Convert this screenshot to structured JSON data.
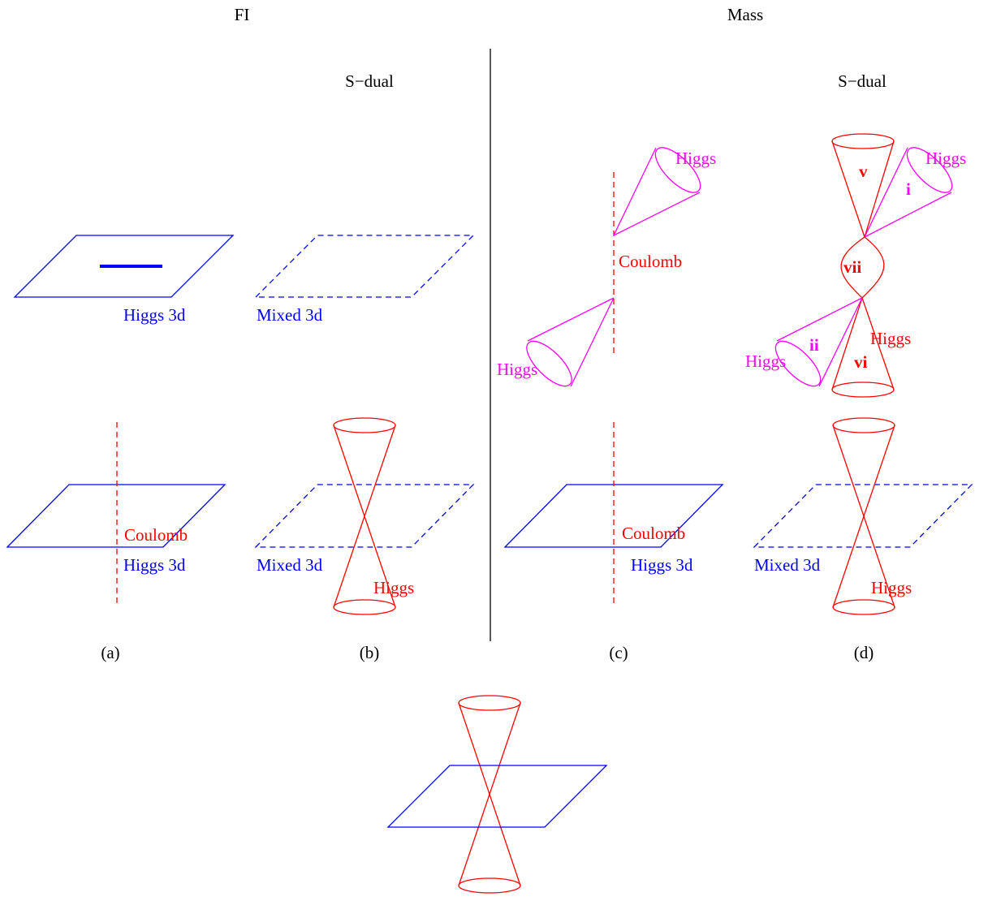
{
  "headers": {
    "fi": "FI",
    "mass": "Mass"
  },
  "s_dual": "S−dual",
  "panel_labels": [
    "(a)",
    "(b)",
    "(c)",
    "(d)"
  ],
  "labels": {
    "higgs_3d": "Higgs 3d",
    "mixed_3d": "Mixed 3d",
    "coulomb": "Coulomb",
    "higgs": "Higgs"
  },
  "roman": {
    "i": "i",
    "ii": "ii",
    "v": "v",
    "vi": "vi",
    "vii": "vii"
  },
  "colors": {
    "blue": "#0000ff",
    "red": "#ff0000",
    "magenta": "#ff00ff",
    "black": "#000000"
  }
}
